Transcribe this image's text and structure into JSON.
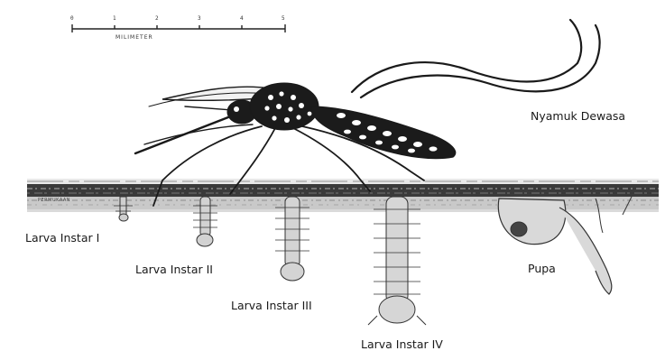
{
  "scale": {
    "ticks": [
      "0",
      "1",
      "2",
      "3",
      "4",
      "5"
    ],
    "unit": "MILIMETER"
  },
  "surface_label": "PERMUKAAN",
  "labels": {
    "adult": "Nyamuk Dewasa",
    "larva_1": "Larva Instar I",
    "larva_2": "Larva Instar II",
    "larva_3": "Larva Instar III",
    "larva_4": "Larva Instar IV",
    "pupa": "Pupa"
  }
}
